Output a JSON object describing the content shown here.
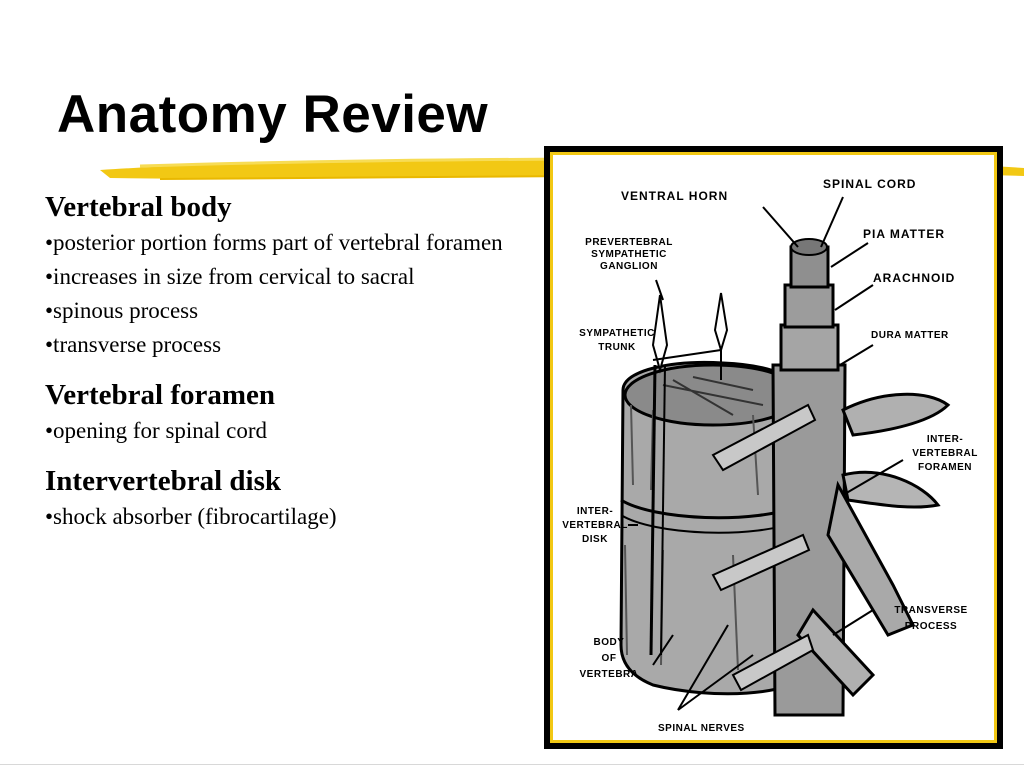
{
  "slide": {
    "title": "Anatomy Review",
    "accent_color": "#f2c814",
    "sections": [
      {
        "heading": "Vertebral body",
        "bullets": [
          "•posterior portion forms part of vertebral foramen",
          "•increases in size from cervical to sacral",
          "•spinous process",
          "•transverse process"
        ]
      },
      {
        "heading": "Vertebral foramen",
        "bullets": [
          "•opening for spinal cord"
        ]
      },
      {
        "heading": "Intervertebral disk",
        "bullets": [
          "•shock absorber (fibrocartilage)"
        ]
      }
    ]
  },
  "figure": {
    "labels": {
      "ventral_horn": "VENTRAL HORN",
      "spinal_cord": "SPINAL CORD",
      "prevertebral_1": "PREVERTEBRAL",
      "prevertebral_2": "SYMPATHETIC",
      "prevertebral_3": "GANGLION",
      "pia_matter": "PIA MATTER",
      "arachnoid": "ARACHNOID",
      "sympathetic_1": "SYMPATHETIC",
      "sympathetic_2": "TRUNK",
      "dura_matter": "DURA MATTER",
      "ivf_1": "INTER-",
      "ivf_2": "VERTEBRAL",
      "ivf_3": "FORAMEN",
      "ivd_1": "INTER-",
      "ivd_2": "VERTEBRAL",
      "ivd_3": "DISK",
      "transverse_1": "TRANSVERSE",
      "transverse_2": "PROCESS",
      "body_1": "BODY",
      "body_2": "OF",
      "body_3": "VERTEBRA",
      "spinal_nerves": "SPINAL NERVES"
    }
  }
}
